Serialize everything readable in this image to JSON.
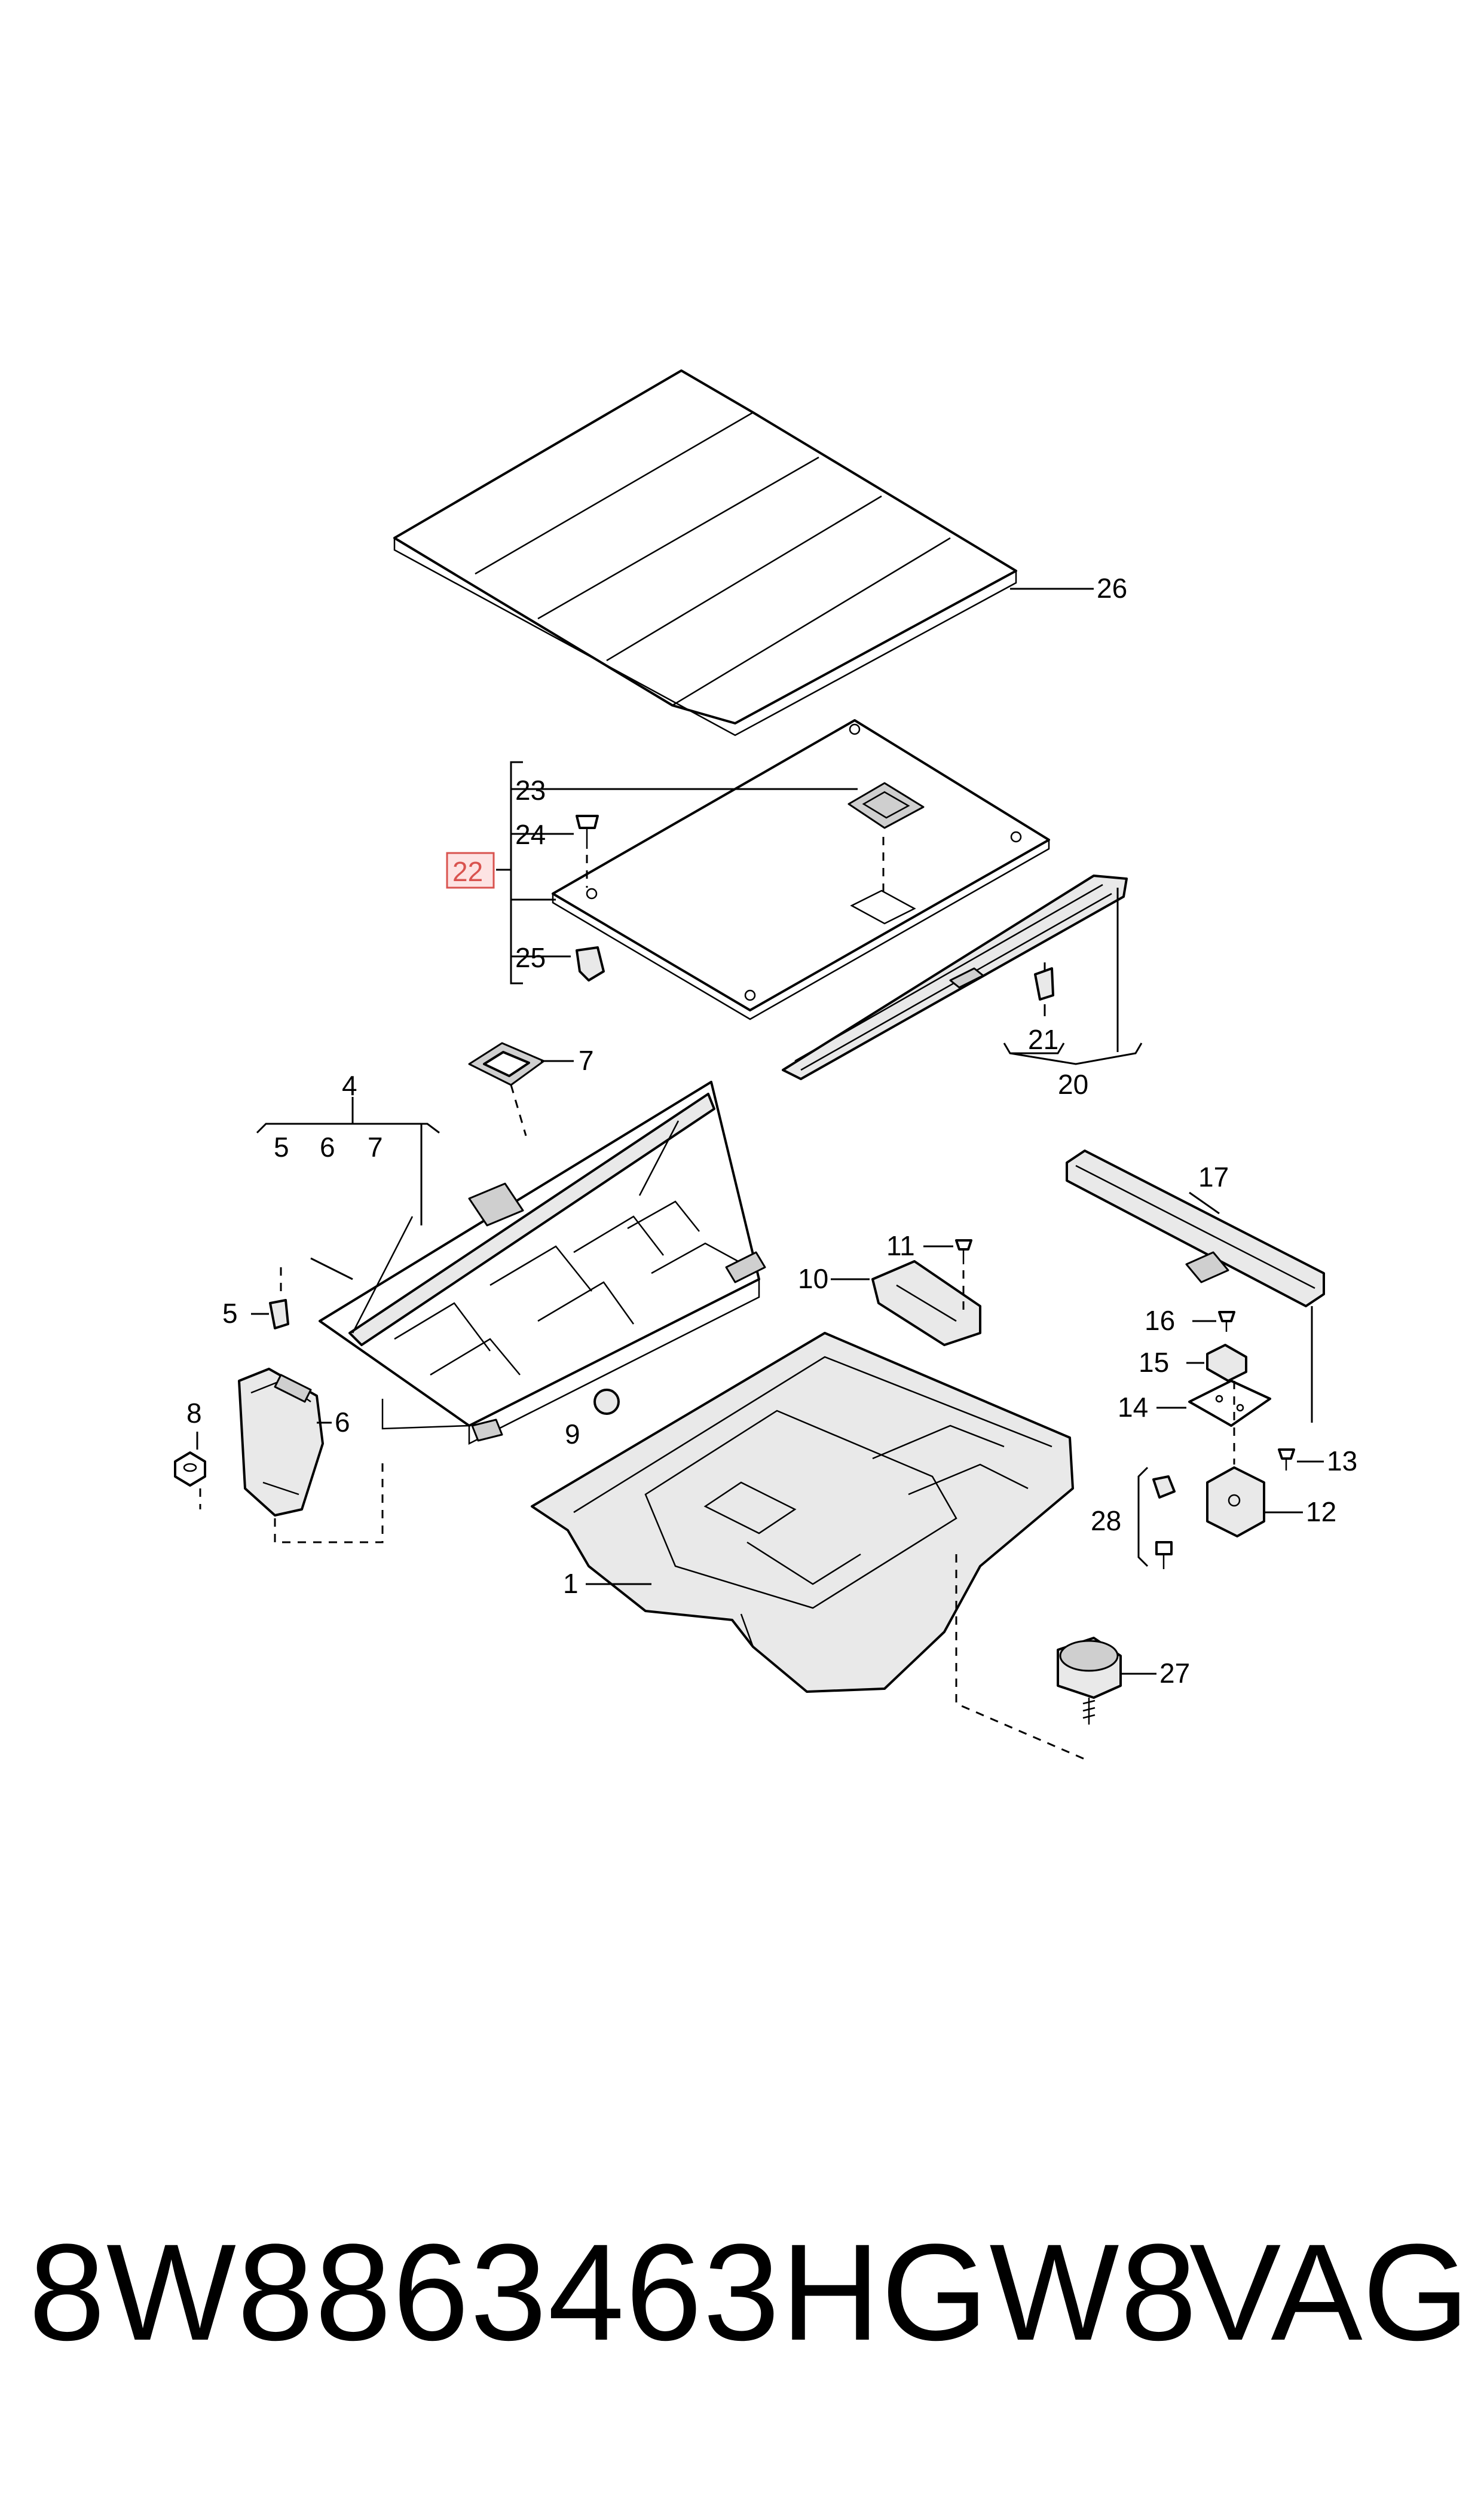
{
  "callouts": {
    "c1": "1",
    "c4": "4",
    "c5a": "5",
    "c5b": "5",
    "c6a": "6",
    "c6b": "6",
    "c7a": "7",
    "c7b": "7",
    "c8": "8",
    "c9": "9",
    "c10": "10",
    "c11": "11",
    "c12": "12",
    "c13": "13",
    "c14": "14",
    "c15": "15",
    "c16": "16",
    "c17": "17",
    "c20": "20",
    "c21": "21",
    "c22": "22",
    "c23": "23",
    "c24": "24",
    "c25": "25",
    "c26": "26",
    "c27": "27",
    "c28": "28"
  },
  "highlighted_callout": "22",
  "footer": {
    "part_number": "8W8863463HGW8",
    "brand": "VAG"
  },
  "colors": {
    "highlight_border": "#d9534f",
    "highlight_fill": "#fde3e3"
  }
}
